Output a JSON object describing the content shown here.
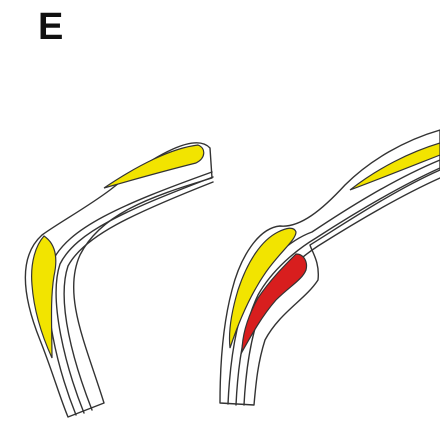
{
  "panel": {
    "label": "E"
  },
  "figure": {
    "illustrations": [
      {
        "name": "left-curved-vessel",
        "plaque_colors": [
          "yellow"
        ]
      },
      {
        "name": "right-curved-vessel",
        "plaque_colors": [
          "yellow",
          "red"
        ]
      }
    ]
  },
  "colors": {
    "outline": "#333333",
    "plaque_yellow": "#f2e400",
    "plaque_red": "#d81e1e",
    "background": "#ffffff"
  }
}
